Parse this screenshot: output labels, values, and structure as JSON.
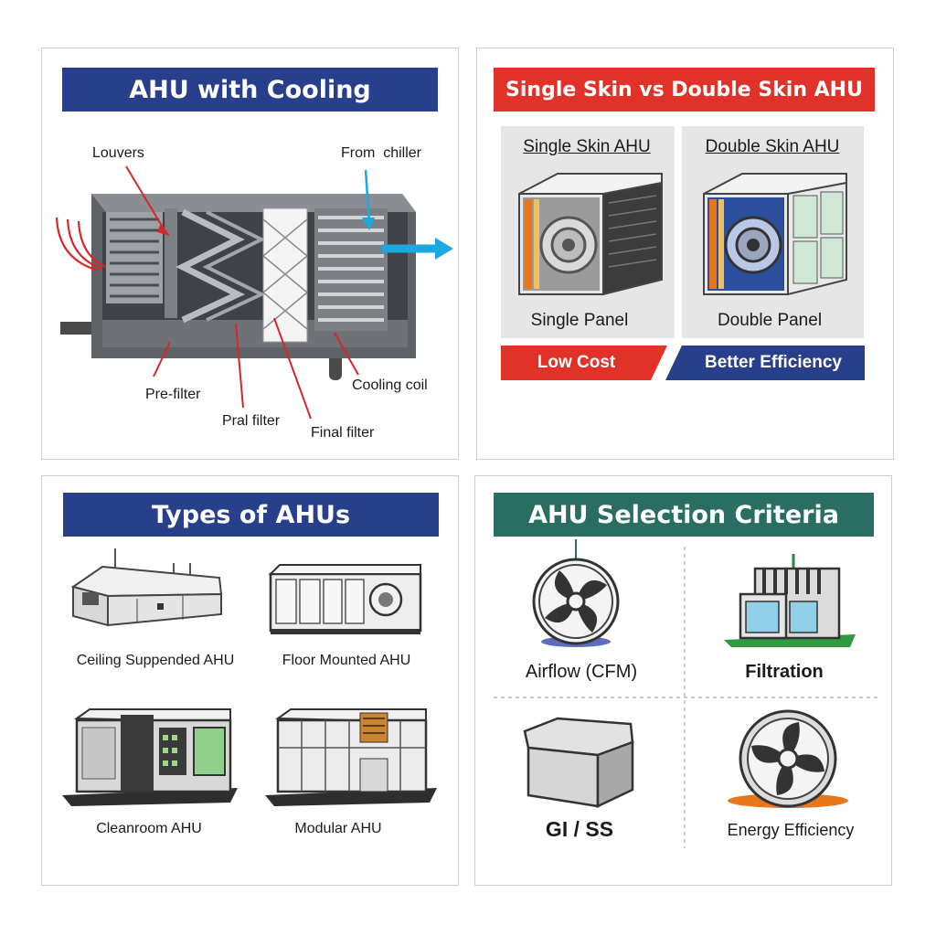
{
  "colors": {
    "navy": "#283f8c",
    "red": "#e03228",
    "teal": "#2a6e63",
    "orange": "#e8761c",
    "sky": "#1ea8e0"
  },
  "cooling": {
    "title": "AHU with Cooling",
    "labels": {
      "louvers": "Louvers",
      "from_chiller": "From  chiller",
      "pre_filter": "Pre-filter",
      "pral_filter": "Pral filter",
      "final_filter": "Final filter",
      "cooling_coil": "Cooling coil"
    }
  },
  "skins": {
    "title": "Single Skin vs Double Skin AHU",
    "single": {
      "heading": "Single Skin AHU",
      "panel": "Single Panel",
      "tag": "Low Cost"
    },
    "double": {
      "heading": "Double Skin AHU",
      "panel": "Double Panel",
      "tag": "Better Efficiency"
    }
  },
  "types": {
    "title": "Types of AHUs",
    "items": [
      {
        "label": "Ceiling Suppended AHU",
        "icon": "ceiling-ahu-icon"
      },
      {
        "label": "Floor Mounted AHU",
        "icon": "floor-ahu-icon"
      },
      {
        "label": "Cleanroom AHU",
        "icon": "cleanroom-ahu-icon"
      },
      {
        "label": "Modular AHU",
        "icon": "modular-ahu-icon"
      }
    ]
  },
  "criteria": {
    "title": "AHU Selection Criteria",
    "items": [
      {
        "label": "Airflow (CFM)",
        "icon": "fan-icon"
      },
      {
        "label": "Filtration",
        "icon": "filtration-unit-icon"
      },
      {
        "label": "GI / SS",
        "icon": "metal-block-icon"
      },
      {
        "label": "Energy Efficiency",
        "icon": "efficient-fan-icon"
      }
    ]
  }
}
